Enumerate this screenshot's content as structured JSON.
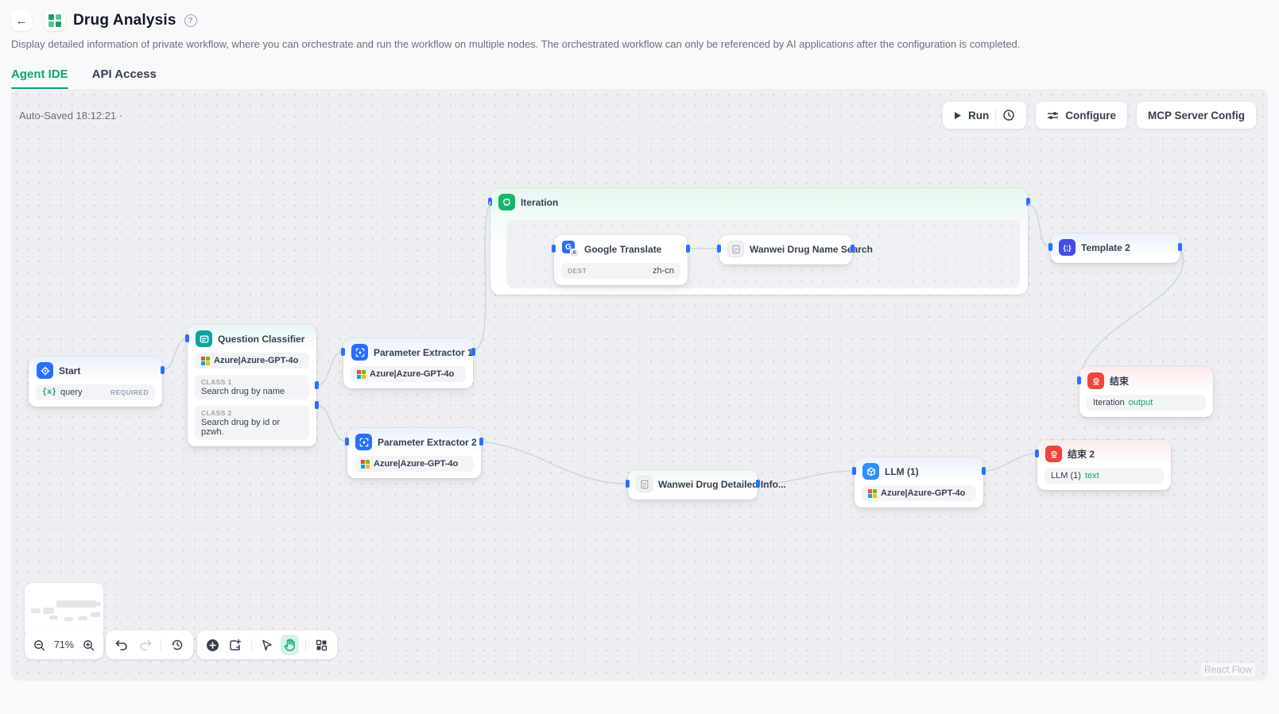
{
  "colors": {
    "accent_green": "#0ca56e",
    "handle_blue": "#2970ff",
    "node_blue": "#2970ff",
    "classifier_teal": "#0aa4a0",
    "iteration_green": "#12b76a",
    "end_red": "#f0443e",
    "llm_blue": "#2e90fa",
    "template_indigo": "#444ce7",
    "edge_gray": "#d2d6de"
  },
  "icons": {
    "back": "←",
    "help": "?",
    "play": "▶",
    "variable": "{x}",
    "gt_main": "G",
    "gt_sub": "A",
    "template_braces": "{;}"
  },
  "header": {
    "title": "Drug Analysis",
    "description": "Display detailed information of private workflow, where you can orchestrate and run the workflow on multiple nodes. The orchestrated workflow can only be referenced by AI applications after the configuration is completed."
  },
  "tabs": {
    "agent_ide": "Agent IDE",
    "api_access": "API Access"
  },
  "canvas": {
    "autosave": "Auto-Saved 18:12:21 ·",
    "run": "Run",
    "configure": "Configure",
    "mcp": "MCP Server Config",
    "zoom_level": "71%",
    "watermark": "React Flow"
  },
  "nodes": {
    "start": {
      "title": "Start",
      "var": "query",
      "required": "REQUIRED"
    },
    "question_classifier": {
      "title": "Question Classifier",
      "model": "Azure|Azure-GPT-4o",
      "class1_label": "CLASS 1",
      "class1_text": "Search drug by name",
      "class2_label": "CLASS 2",
      "class2_text": "Search drug by id or pzwh."
    },
    "param_extractor_1": {
      "title": "Parameter Extractor 1",
      "model": "Azure|Azure-GPT-4o"
    },
    "param_extractor_2": {
      "title": "Parameter Extractor 2",
      "model": "Azure|Azure-GPT-4o"
    },
    "iteration": {
      "title": "Iteration"
    },
    "google_translate": {
      "title": "Google Translate",
      "dest_label": "DEST",
      "dest_value": "zh-cn"
    },
    "wanwei_name_search": {
      "title": "Wanwei Drug Name Search"
    },
    "template2": {
      "title": "Template 2"
    },
    "end1": {
      "title": "结束",
      "ref_prefix": "Iteration",
      "ref_value": "output"
    },
    "end2": {
      "title": "结束 2",
      "ref_prefix": "LLM (1)",
      "ref_value": "text"
    },
    "wanwei_detailed": {
      "title": "Wanwei Drug Detailed Info..."
    },
    "llm1": {
      "title": "LLM (1)",
      "model": "Azure|Azure-GPT-4o"
    }
  }
}
